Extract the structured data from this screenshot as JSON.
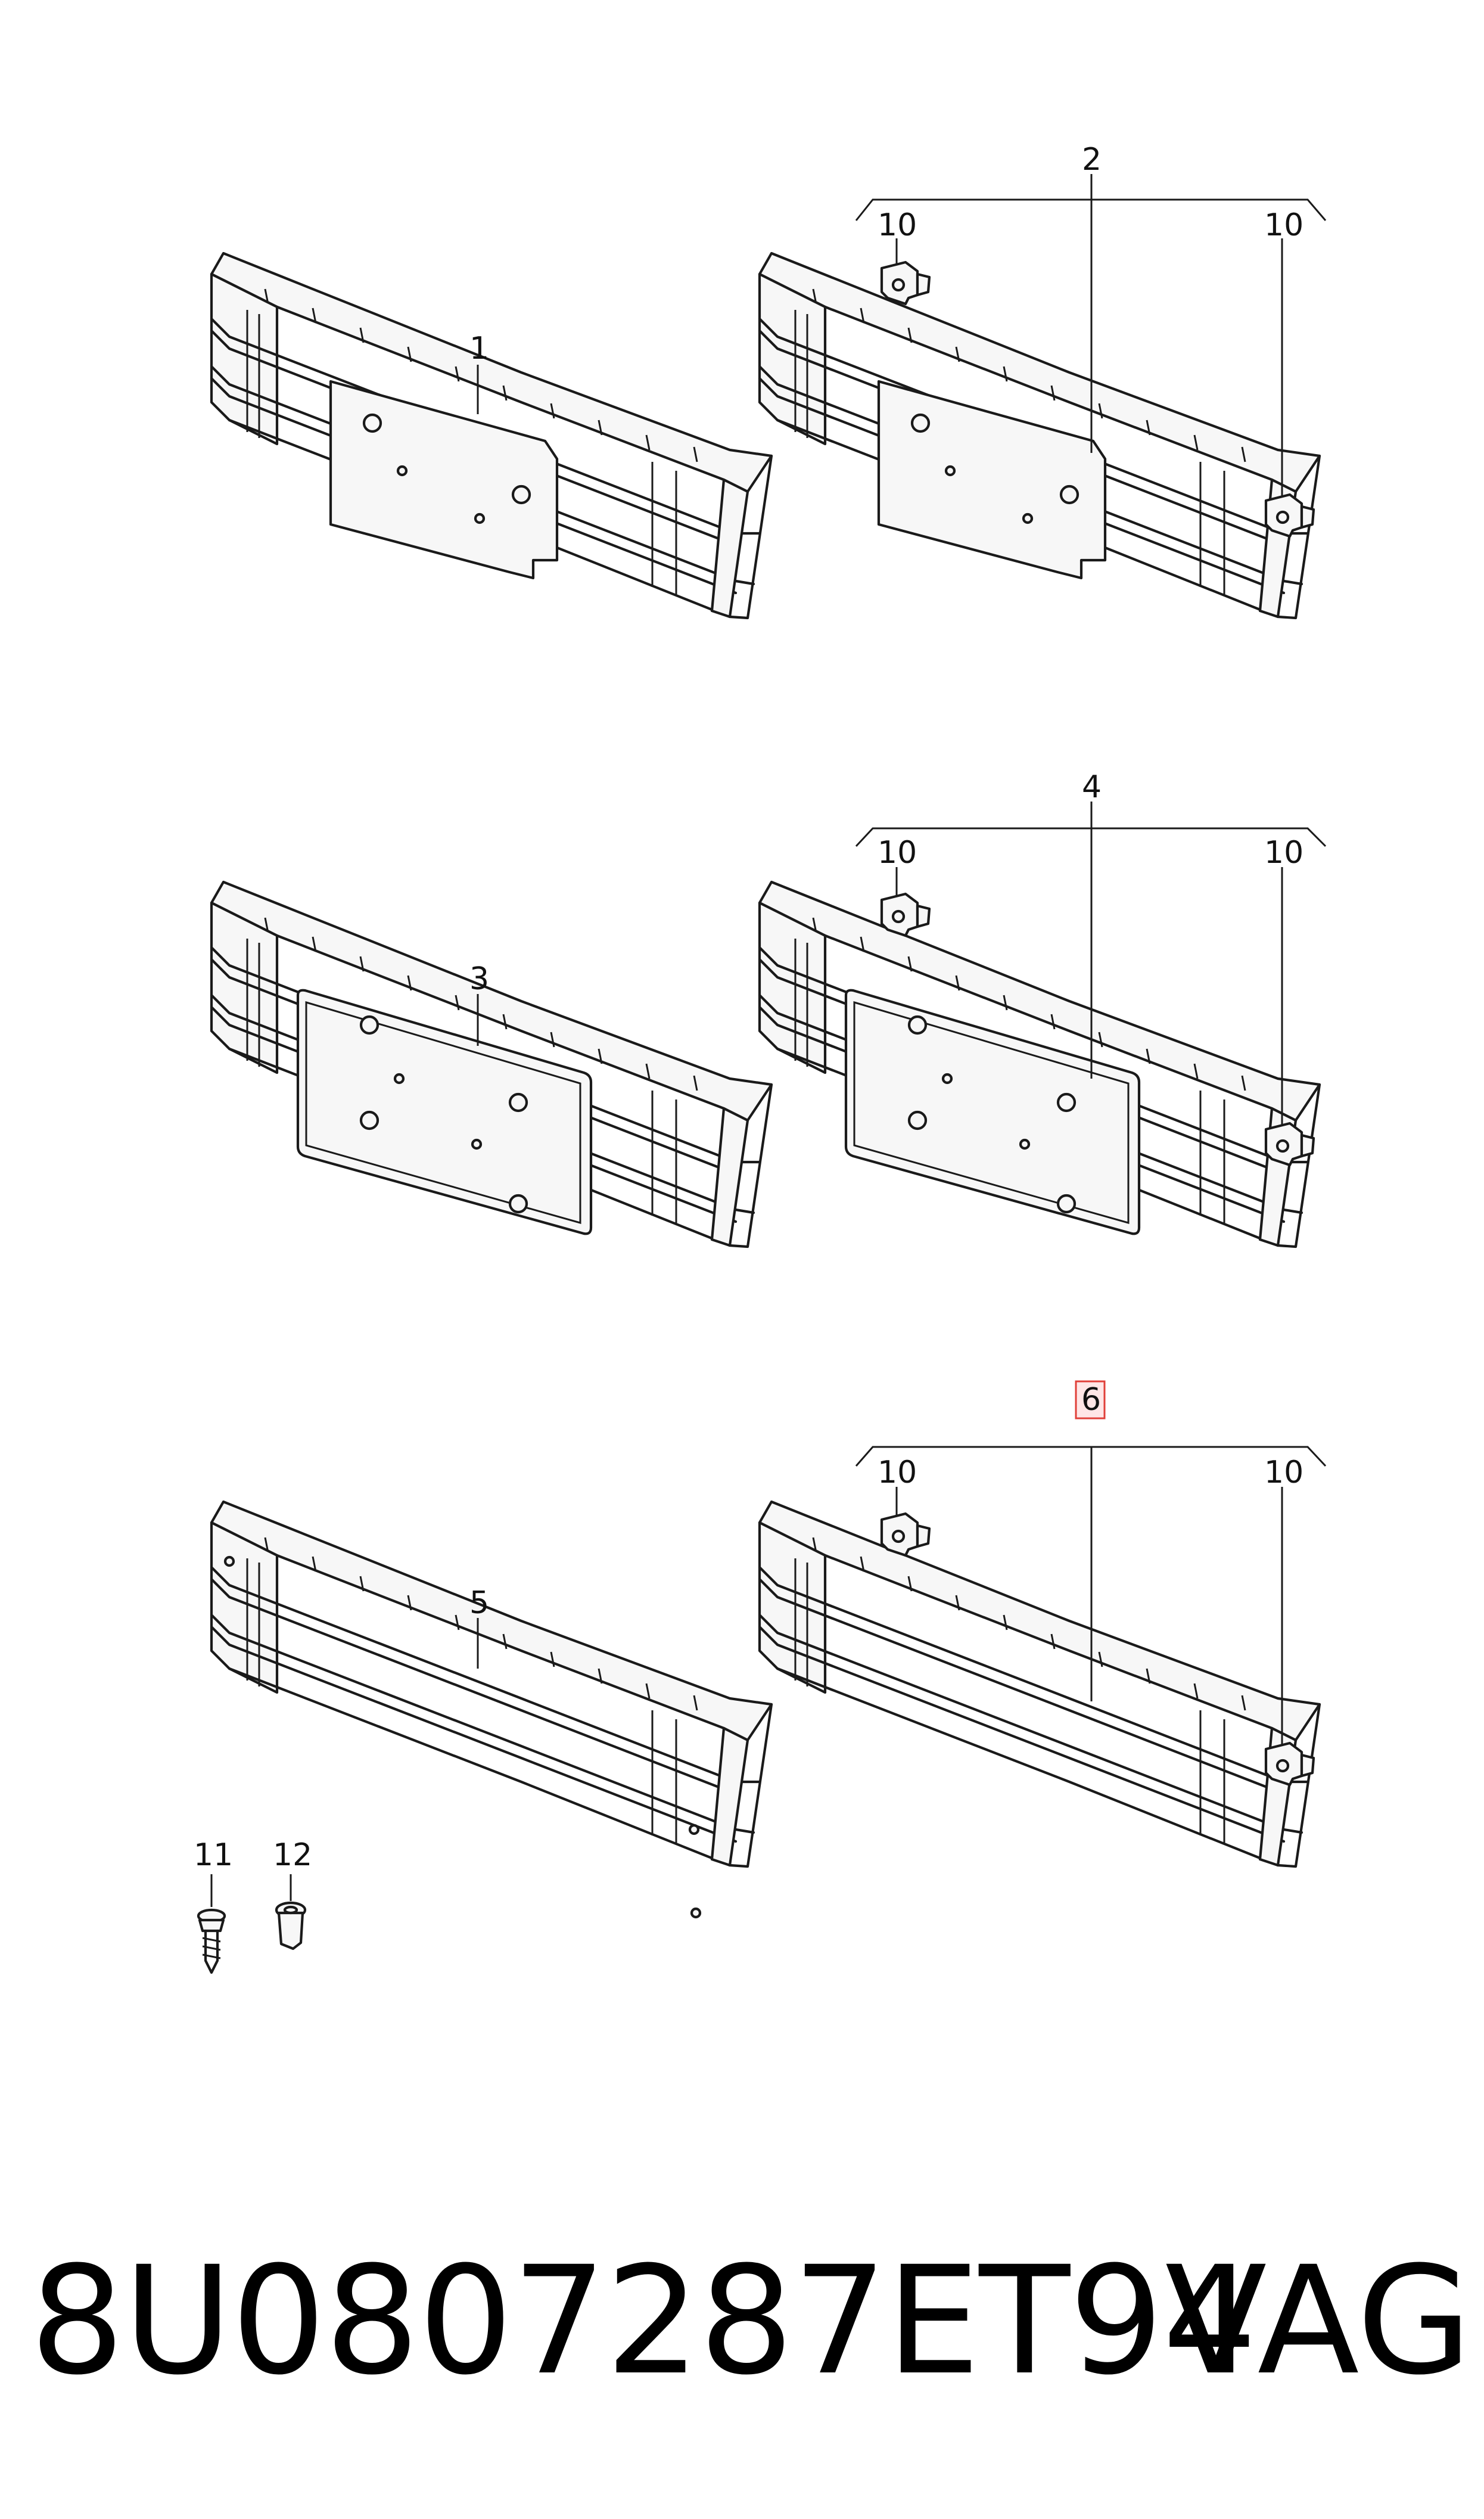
{
  "diagram": {
    "callouts": {
      "p1": "1",
      "p2": "2",
      "p3": "3",
      "p4": "4",
      "p5": "5",
      "p6": "6",
      "clip": "10",
      "screw": "11",
      "nut": "12"
    },
    "highlight_callout": "6",
    "highlight_color": "#e0403a"
  },
  "footer": {
    "part_number": "8U0807287ET94",
    "brand": "VAG"
  }
}
